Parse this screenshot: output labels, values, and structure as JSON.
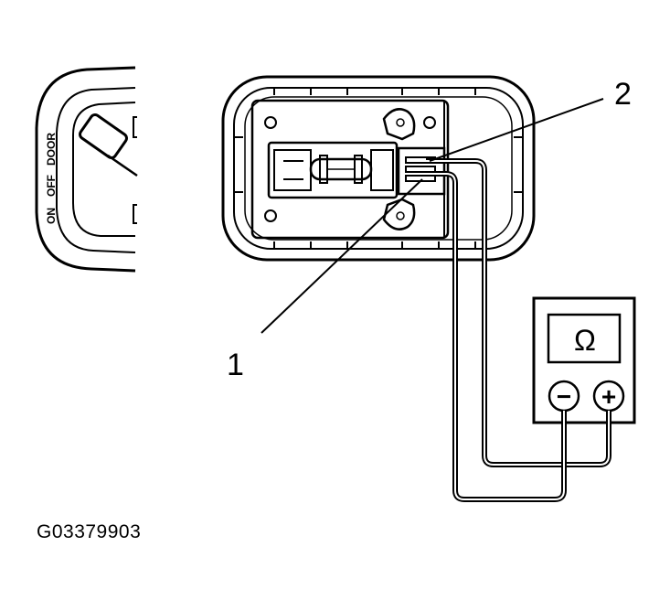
{
  "switch_labels": [
    "ON",
    "OFF",
    "DOOR"
  ],
  "callouts": {
    "one": "1",
    "two": "2"
  },
  "meter_symbol": "Ω",
  "meter_terminals": {
    "negative": "−",
    "positive": "+"
  },
  "figure_code": "G03379903"
}
